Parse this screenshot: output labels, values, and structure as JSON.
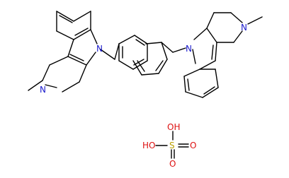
{
  "colors": {
    "background": "#ffffff",
    "bond": "#000000",
    "nitrogen": "#1a1acc",
    "oxygen": "#dd1111",
    "sulfur": "#bba000",
    "carbon_label": "#000000"
  },
  "molecule_left": {
    "n_indole": "N",
    "n_ring": "N",
    "methyl": ""
  },
  "molecule_right": {
    "n_indole": "N",
    "n_ring": "N"
  },
  "sulfate": {
    "s": "S",
    "oh_top": "OH",
    "o_right": "O",
    "o_bottom": "O",
    "ho_left": "HO"
  }
}
